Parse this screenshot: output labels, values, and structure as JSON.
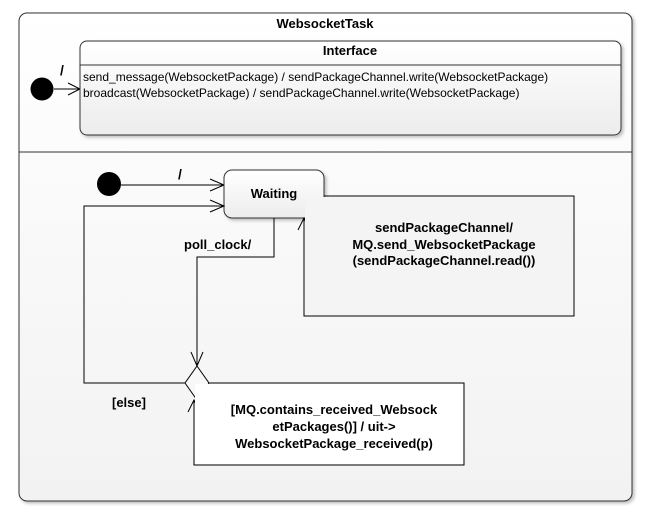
{
  "composite_state": {
    "name": "WebsocketTask"
  },
  "interface_state": {
    "name": "Interface",
    "transitions": [
      "send_message(WebsocketPackage) / sendPackageChannel.write(WebsocketPackage)",
      "broadcast(WebsocketPackage) / sendPackageChannel.write(WebsocketPackage)"
    ],
    "initial_label": "/"
  },
  "main_region": {
    "initial_label": "/",
    "waiting_state": "Waiting",
    "self_loop_label": [
      "sendPackageChannel/",
      "MQ.send_WebsocketPackage",
      "(sendPackageChannel.read())"
    ],
    "poll_label": "poll_clock/",
    "else_label": "[else]",
    "guard_label": [
      "[MQ.contains_received_Websock",
      "etPackages()] / uit->",
      "WebsocketPackage_received(p)"
    ]
  }
}
